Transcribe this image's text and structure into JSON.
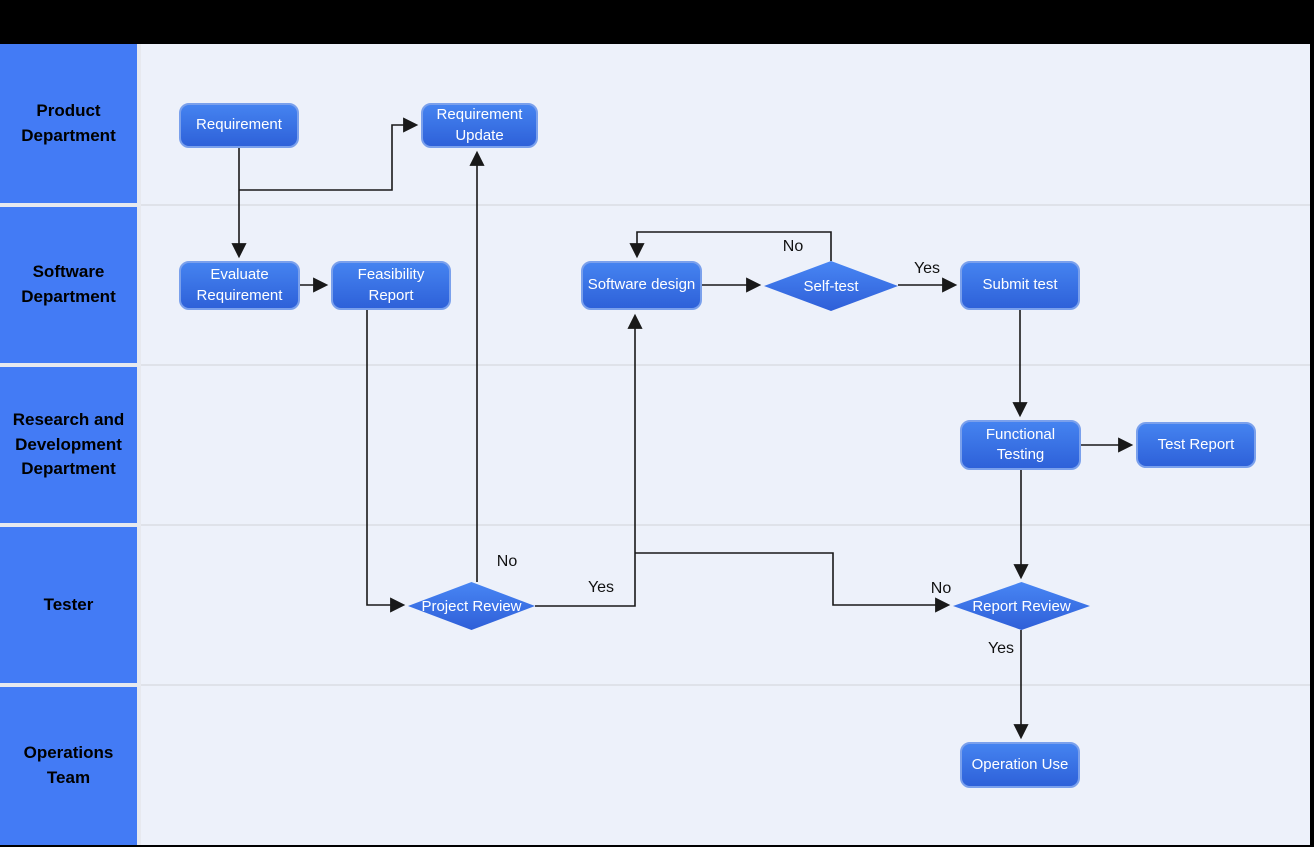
{
  "lanes": [
    {
      "label": "Product Department"
    },
    {
      "label": "Software Department"
    },
    {
      "label": "Research and Development Department"
    },
    {
      "label": "Tester"
    },
    {
      "label": "Operations Team"
    }
  ],
  "nodes": {
    "requirement": {
      "label": "Requirement",
      "type": "process"
    },
    "requirement_update": {
      "label": "Requirement Update",
      "type": "process"
    },
    "evaluate_requirement": {
      "label": "Evaluate Requirement",
      "type": "process"
    },
    "feasibility_report": {
      "label": "Feasibility Report",
      "type": "process"
    },
    "software_design": {
      "label": "Software design",
      "type": "process"
    },
    "self_test": {
      "label": "Self-test",
      "type": "decision"
    },
    "submit_test": {
      "label": "Submit test",
      "type": "process"
    },
    "functional_testing": {
      "label": "Functional Testing",
      "type": "process"
    },
    "test_report": {
      "label": "Test Report",
      "type": "process"
    },
    "project_review": {
      "label": "Project Review",
      "type": "decision"
    },
    "report_review": {
      "label": "Report Review",
      "type": "decision"
    },
    "operation_use": {
      "label": "Operation Use",
      "type": "process"
    }
  },
  "edges": [
    {
      "from": "requirement",
      "to": "evaluate_requirement",
      "label": ""
    },
    {
      "from": "requirement",
      "to": "requirement_update",
      "label": ""
    },
    {
      "from": "evaluate_requirement",
      "to": "feasibility_report",
      "label": ""
    },
    {
      "from": "feasibility_report",
      "to": "project_review",
      "label": ""
    },
    {
      "from": "project_review",
      "to": "requirement_update",
      "label": "No"
    },
    {
      "from": "project_review",
      "to": "software_design",
      "label": "Yes"
    },
    {
      "from": "software_design",
      "to": "report_review",
      "label": "No"
    },
    {
      "from": "software_design",
      "to": "self_test",
      "label": ""
    },
    {
      "from": "self_test",
      "to": "software_design",
      "label": "No"
    },
    {
      "from": "self_test",
      "to": "submit_test",
      "label": "Yes"
    },
    {
      "from": "submit_test",
      "to": "functional_testing",
      "label": ""
    },
    {
      "from": "functional_testing",
      "to": "test_report",
      "label": ""
    },
    {
      "from": "functional_testing",
      "to": "report_review",
      "label": ""
    },
    {
      "from": "report_review",
      "to": "operation_use",
      "label": "Yes"
    }
  ],
  "colors": {
    "frame": "#000000",
    "lane_fill": "#437bf5",
    "canvas_bg": "#edf1fa",
    "gap_gray": "#e7e9ef",
    "node_fill_top": "#4583f0",
    "node_fill_bottom": "#2e61d9",
    "node_border": "#7aa0ec",
    "connector": "#191919",
    "node_text": "#ffffff",
    "lane_text": "#000000"
  }
}
